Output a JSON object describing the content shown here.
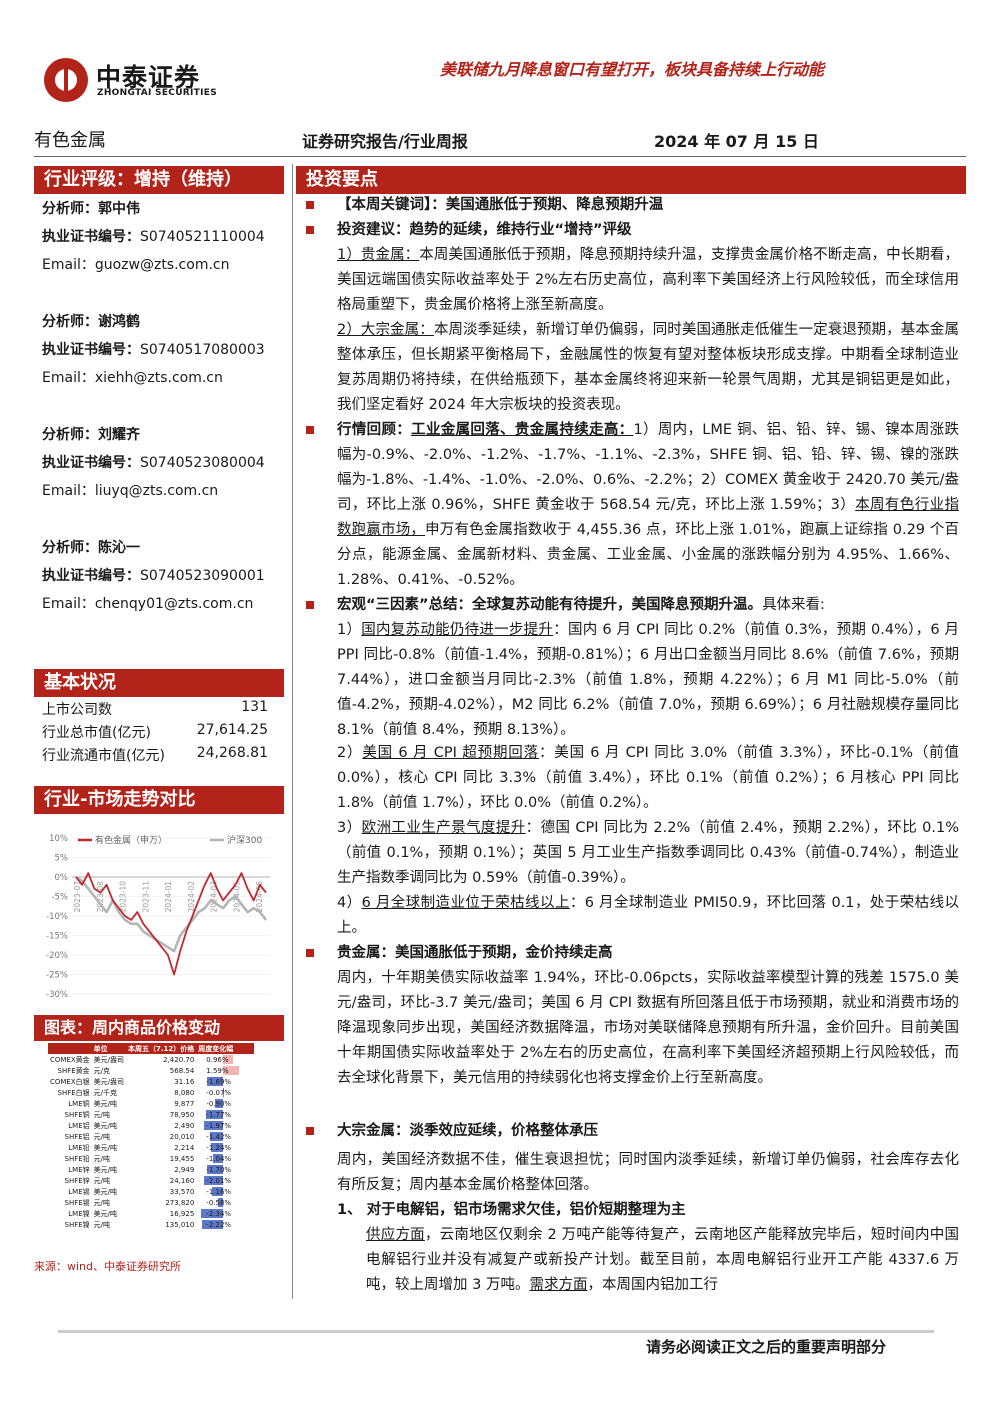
{
  "logo": {
    "cn": "中泰证券",
    "en": "ZHONGTAI SECURITIES"
  },
  "headline": "美联储九月降息窗口有望打开，板块具备持续上行动能",
  "sector": "有色金属",
  "report_type": "证券研究报告/行业周报",
  "report_date": "2024 年 07 月 15 日",
  "rating_bar": "行业评级：增持（维持）",
  "analysts": [
    {
      "name_label": "分析师：",
      "name": "郭中伟",
      "cert_label": "执业证书编号：",
      "cert": "S0740521110004",
      "email_label": "Email：",
      "email": "guozw@zts.com.cn"
    },
    {
      "name_label": "分析师：",
      "name": "谢鸿鹤",
      "cert_label": "执业证书编号：",
      "cert": "S0740517080003",
      "email_label": "Email：",
      "email": "xiehh@zts.com.cn"
    },
    {
      "name_label": "分析师：",
      "name": "刘耀齐",
      "cert_label": "执业证书编号：",
      "cert": "S0740523080004",
      "email_label": "Email：",
      "email": "liuyq@zts.com.cn"
    },
    {
      "name_label": "分析师：",
      "name": "陈沁一",
      "cert_label": "执业证书编号：",
      "cert": "S0740523090001",
      "email_label": "Email：",
      "email": "chenqy01@zts.com.cn"
    }
  ],
  "basic_title": "基本状况",
  "basic_stats": [
    {
      "label": "上市公司数",
      "value": "131"
    },
    {
      "label": "行业总市值(亿元)",
      "value": "27,614.25"
    },
    {
      "label": "行业流通市值(亿元)",
      "value": "24,268.81"
    }
  ],
  "trend_title": "行业-市场走势对比",
  "chart_data": {
    "type": "line",
    "legend": [
      "有色金属（申万）",
      "沪深300"
    ],
    "y_ticks": [
      "10%",
      "5%",
      "0%",
      "-5%",
      "-10%",
      "-15%",
      "-20%",
      "-25%",
      "-30%"
    ],
    "ylim": [
      -30,
      10
    ],
    "x_ticks": [
      "2023-07",
      "2023-08",
      "2023-10",
      "2023-11",
      "2024-01",
      "2024-02",
      "2024-03",
      "2024-05",
      "2024-06"
    ],
    "series": [
      {
        "name": "有色金属（申万）",
        "color": "#c0282c",
        "values": [
          0,
          -2,
          1,
          -3,
          -4,
          -2,
          -6,
          -8,
          -10,
          -11,
          -9,
          -12,
          -14,
          -16,
          -18,
          -20,
          -25,
          -19,
          -14,
          -10,
          -6,
          -2,
          1,
          -3,
          -6,
          -4,
          -2,
          1,
          -3,
          -6,
          -2,
          -4
        ]
      },
      {
        "name": "沪深300",
        "color": "#b5b5b5",
        "values": [
          0,
          -1,
          -3,
          -5,
          -7,
          -9,
          -6,
          -9,
          -11,
          -12,
          -12,
          -14,
          -15,
          -16,
          -17,
          -18,
          -19,
          -15,
          -13,
          -11,
          -9,
          -8,
          -6,
          -7,
          -8,
          -6,
          -5,
          -7,
          -9,
          -8,
          -9,
          -11
        ]
      }
    ]
  },
  "price_title": "图表：周内商品价格变动",
  "price_table": {
    "headers": [
      "",
      "单位",
      "本周五（7.12）价格",
      "周度变化幅"
    ],
    "rows": [
      {
        "name": "COMEX黄金",
        "unit": "美元/盎司",
        "price": "2,420.70",
        "chg": "0.96%",
        "pct": 0.96
      },
      {
        "name": "SHFE黄金",
        "unit": "元/克",
        "price": "568.54",
        "chg": "1.59%",
        "pct": 1.59
      },
      {
        "name": "COMEX白银",
        "unit": "美元/盎司",
        "price": "31.16",
        "chg": "-1.69%",
        "pct": -1.69
      },
      {
        "name": "SHFE白银",
        "unit": "元/千克",
        "price": "8,080",
        "chg": "-0.07%",
        "pct": -0.07
      },
      {
        "name": "LME铜",
        "unit": "美元/吨",
        "price": "9,877",
        "chg": "-0.90%",
        "pct": -0.9
      },
      {
        "name": "SHFE铜",
        "unit": "元/吨",
        "price": "78,950",
        "chg": "-1.77%",
        "pct": -1.77
      },
      {
        "name": "LME铝",
        "unit": "美元/吨",
        "price": "2,490",
        "chg": "-1.97%",
        "pct": -1.97
      },
      {
        "name": "SHFE铝",
        "unit": "元/吨",
        "price": "20,010",
        "chg": "-1.42%",
        "pct": -1.42
      },
      {
        "name": "LME铅",
        "unit": "美元/吨",
        "price": "2,214",
        "chg": "-1.24%",
        "pct": -1.24
      },
      {
        "name": "SHFE铅",
        "unit": "元/吨",
        "price": "19,455",
        "chg": "-1.04%",
        "pct": -1.04
      },
      {
        "name": "LME锌",
        "unit": "美元/吨",
        "price": "2,949",
        "chg": "-1.70%",
        "pct": -1.7
      },
      {
        "name": "SHFE锌",
        "unit": "元/吨",
        "price": "24,160",
        "chg": "-2.01%",
        "pct": -2.01
      },
      {
        "name": "LME锡",
        "unit": "美元/吨",
        "price": "33,570",
        "chg": "-1.16%",
        "pct": -1.16
      },
      {
        "name": "SHFE锡",
        "unit": "元/吨",
        "price": "273,820",
        "chg": "-0.58%",
        "pct": -0.58
      },
      {
        "name": "LME镍",
        "unit": "美元/吨",
        "price": "16,925",
        "chg": "-2.34%",
        "pct": -2.34
      },
      {
        "name": "SHFE镍",
        "unit": "元/吨",
        "price": "135,010",
        "chg": "-2.22%",
        "pct": -2.22
      }
    ]
  },
  "source": "来源：wind、中泰证券研究所",
  "invest_title": "投资要点",
  "b1": "【本周关键词】：美国通胀低于预期、降息预期升温",
  "b2": "投资建议：趋势的延续，维持行业“增持”评级",
  "p1_lead": "1）贵金属：",
  "p1_body": "本周美国通胀低于预期，降息预期持续升温，支撑贵金属价格不断走高，中长期看，美国远端国债实际收益率处于 2%左右历史高位，高利率下美国经济上行风险较低，而全球信用格局重塑下，贵金属价格将上涨至新高度。",
  "p2_lead": "2）大宗金属：",
  "p2_body": "本周淡季延续，新增订单仍偏弱，同时美国通胀走低催生一定衰退预期，基本金属整体承压，但长期紧平衡格局下，金融属性的恢复有望对整体板块形成支撑。中期看全球制造业复苏周期仍将持续，在供给瓶颈下，基本金属终将迎来新一轮景气周期，尤其是铜铝更是如此，我们坚定看好 2024 年大宗板块的投资表现。",
  "b3_lead": "行情回顾：",
  "b3_u1": "工业金属回落、贵金属持续走高：",
  "b3_body1": "1）周内，LME 铜、铝、铅、锌、锡、镍本周涨跌幅为-0.9%、-2.0%、-1.2%、-1.7%、-1.1%、-2.3%，SHFE 铜、铝、铅、锌、锡、镍的涨跌幅为-1.8%、-1.4%、-1.0%、-2.0%、0.6%、-2.2%；2）COMEX 黄金收于 2420.70 美元/盎司，环比上涨 0.96%，SHFE 黄金收于 568.54 元/克，环比上涨 1.59%；3）",
  "b3_u2": "本周有色行业指数跑赢市场，",
  "b3_body2": "申万有色金属指数收于 4,455.36 点，环比上涨 1.01%，跑赢上证综指 0.29 个百分点，能源金属、金属新材料、贵金属、工业金属、小金属的涨跌幅分别为 4.95%、1.66%、1.28%、0.41%、-0.52%。",
  "b4_lead": "宏观“三因素”总结：全球复苏动能有待提升，美国降息预期升温。",
  "b4_tail": "具体来看:",
  "m1_lead": "1）",
  "m1_u": "国内复苏动能仍待进一步提升",
  "m1_body": "：国内 6 月 CPI 同比 0.2%（前值 0.3%，预期 0.4%），6 月 PPI 同比-0.8%（前值-1.4%，预期-0.81%）；6 月出口金额当月同比 8.6%（前值 7.6%，预期 7.44%），进口金额当月同比-2.3%（前值 1.8%，预期 4.22%）；6 月 M1 同比-5.0%（前值-4.2%，预期-4.02%），M2 同比 6.2%（前值 7.0%，预期 6.69%）；6 月社融规模存量同比 8.1%（前值 8.4%，预期 8.13%）。",
  "m2_lead": "2）",
  "m2_u": "美国 6 月 CPI 超预期回落",
  "m2_body": "：美国 6 月 CPI 同比 3.0%（前值 3.3%），环比-0.1%（前值 0.0%），核心 CPI 同比 3.3%（前值 3.4%），环比 0.1%（前值 0.2%）；6 月核心 PPI 同比 1.8%（前值 1.7%），环比 0.0%（前值 0.2%）。",
  "m3_lead": "3）",
  "m3_u": "欧洲工业生产景气度提升",
  "m3_body": "：德国 CPI 同比为 2.2%（前值 2.4%，预期 2.2%），环比 0.1%（前值 0.1%，预期 0.1%）；英国 5 月工业生产指数季调同比 0.43%（前值-0.74%），制造业生产指数季调同比为 0.59%（前值-0.39%）。",
  "m4_lead": "4）",
  "m4_u": "6 月全球制造业位于荣枯线以上",
  "m4_body": "：6 月全球制造业 PMI50.9，环比回落 0.1，处于荣枯线以上。",
  "b5": "贵金属：美国通胀低于预期，金价持续走高",
  "p5": "周内，十年期美债实际收益率 1.94%，环比-0.06pcts，实际收益率模型计算的残差 1575.0 美元/盎司，环比-3.7 美元/盎司；美国 6 月 CPI 数据有所回落且低于市场预期，就业和消费市场的降温现象同步出现，美国经济数据降温，市场对美联储降息预期有所升温，金价回升。目前美国十年期国债实际收益率处于 2%左右的历史高位，在高利率下美国经济超预期上行风险较低，而去全球化背景下，美元信用的持续弱化也将支撑金价上行至新高度。",
  "b6": "大宗金属：淡季效应延续，价格整体承压",
  "p6": "周内，美国经济数据不佳，催生衰退担忧；同时国内淡季延续，新增订单仍偏弱，社会库存去化有所反复；周内基本金属价格整体回落。",
  "s1": "1、 对于电解铝，铝市场需求欠佳，铝价短期整理为主",
  "s1_u1": "供应方面",
  "s1_body1": "，云南地区仅剩余 2 万吨产能等待复产，云南地区产能释放完毕后，短时间内中国电解铝行业并没有减复产或新投产计划。截至目前，本周电解铝行业开工产能 4337.6 万吨，较上周增加 3 万吨。",
  "s1_u2": "需求方面",
  "s1_body2": "，本周国内铝加工行",
  "footer": "请务必阅读正文之后的重要声明部分"
}
